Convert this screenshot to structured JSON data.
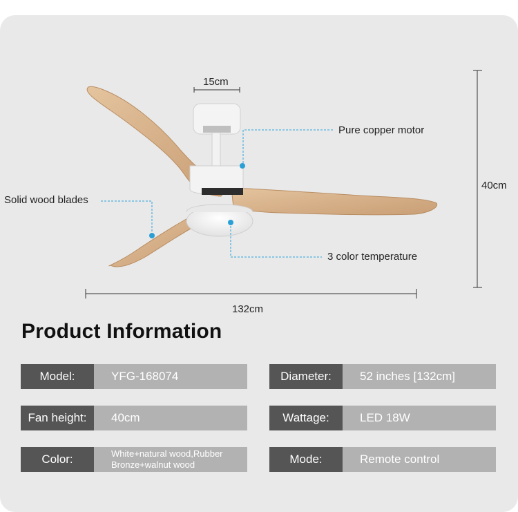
{
  "dimensions": {
    "motor_width": "15cm",
    "height": "40cm",
    "diameter": "132cm"
  },
  "callouts": {
    "motor": "Pure copper motor",
    "blades": "Solid wood blades",
    "light": "3 color temperature"
  },
  "section_title": "Product Information",
  "specs": {
    "model": {
      "label": "Model:",
      "value": "YFG-168074"
    },
    "diameter": {
      "label": "Diameter:",
      "value": "52 inches [132cm]"
    },
    "fan_height": {
      "label": "Fan height:",
      "value": "40cm"
    },
    "wattage": {
      "label": "Wattage:",
      "value": "LED 18W"
    },
    "color": {
      "label": "Color:",
      "value_line1": "White+natural wood,Rubber",
      "value_line2": "Bronze+walnut wood"
    },
    "mode": {
      "label": "Mode:",
      "value": "Remote control"
    }
  },
  "colors": {
    "background": "#e9e9e9",
    "label_bg": "#555555",
    "value_bg": "#b2b2b2",
    "wood": "#d8b690",
    "callout_line": "#2aa3dc"
  }
}
